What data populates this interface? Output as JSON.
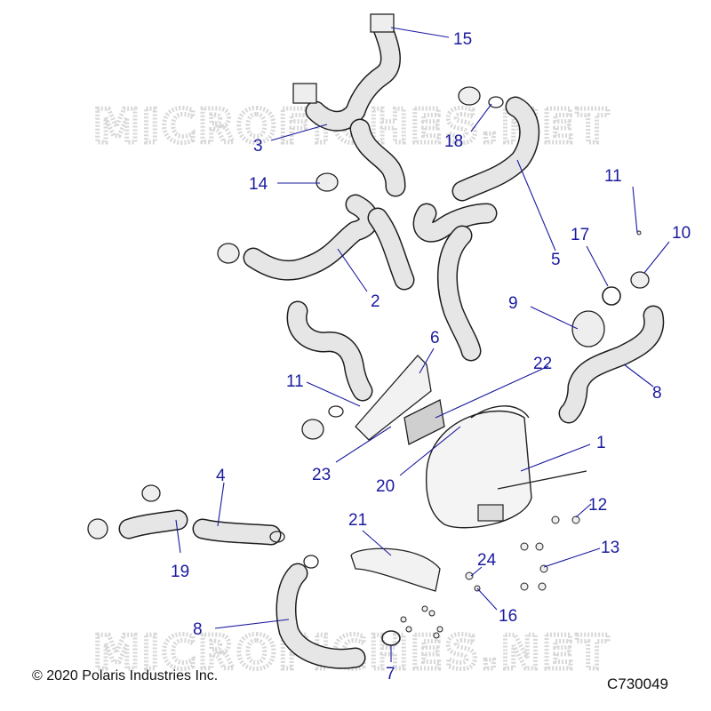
{
  "watermark": {
    "text": "MICROFICHES.NET"
  },
  "footer": {
    "copyright": "© 2020 Polaris Industries Inc.",
    "diagram_code": "C730049"
  },
  "callouts": [
    {
      "num": "1"
    },
    {
      "num": "2"
    },
    {
      "num": "3"
    },
    {
      "num": "4"
    },
    {
      "num": "5"
    },
    {
      "num": "6"
    },
    {
      "num": "7"
    },
    {
      "num": "8"
    },
    {
      "num": "8"
    },
    {
      "num": "9"
    },
    {
      "num": "10"
    },
    {
      "num": "11"
    },
    {
      "num": "11"
    },
    {
      "num": "12"
    },
    {
      "num": "13"
    },
    {
      "num": "14"
    },
    {
      "num": "15"
    },
    {
      "num": "16"
    },
    {
      "num": "17"
    },
    {
      "num": "18"
    },
    {
      "num": "19"
    },
    {
      "num": "20"
    },
    {
      "num": "21"
    },
    {
      "num": "22"
    },
    {
      "num": "23"
    },
    {
      "num": "24"
    }
  ]
}
